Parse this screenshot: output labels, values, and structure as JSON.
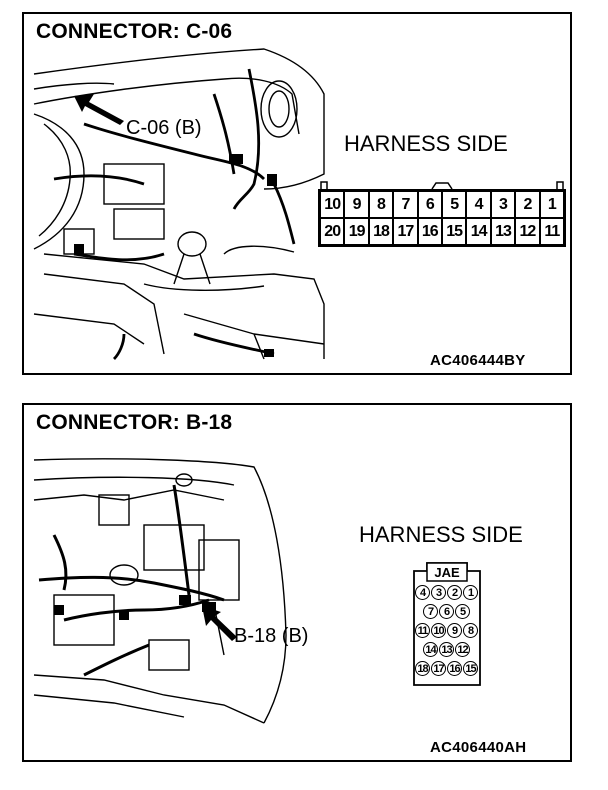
{
  "panels": [
    {
      "title": "CONNECTOR: C-06",
      "callout": "C-06 (B)",
      "harness_side": "HARNESS SIDE",
      "code": "AC406444BY",
      "pins_top": [
        "10",
        "9",
        "8",
        "7",
        "6",
        "5",
        "4",
        "3",
        "2",
        "1"
      ],
      "pins_bottom": [
        "20",
        "19",
        "18",
        "17",
        "16",
        "15",
        "14",
        "13",
        "12",
        "11"
      ]
    },
    {
      "title": "CONNECTOR: B-18",
      "callout": "B-18 (B)",
      "harness_side": "HARNESS SIDE",
      "connector_label": "JAE",
      "code": "AC406440AH",
      "pin_rows": [
        [
          "4",
          "3",
          "2",
          "1"
        ],
        [
          "7",
          "6",
          "5"
        ],
        [
          "11",
          "10",
          "9",
          "8"
        ],
        [
          "14",
          "13",
          "12"
        ],
        [
          "18",
          "17",
          "16",
          "15"
        ]
      ]
    }
  ],
  "colors": {
    "line": "#000000",
    "background": "#ffffff"
  }
}
